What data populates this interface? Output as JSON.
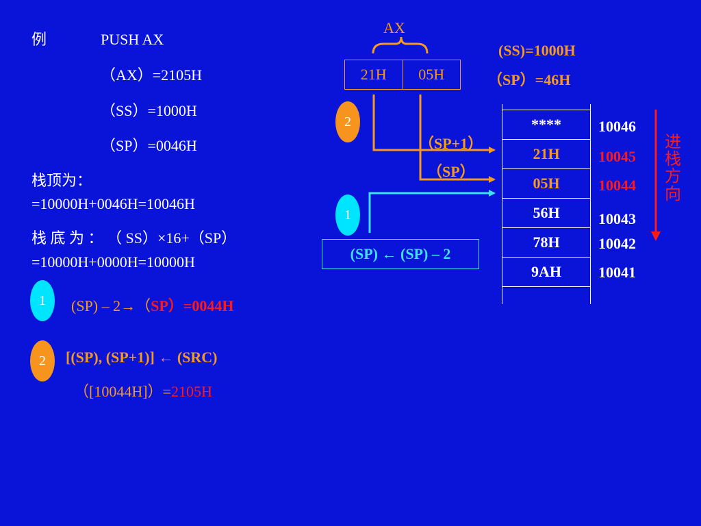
{
  "left": {
    "example_label": "例",
    "instruction": "PUSH    AX",
    "ax_value": "（AX）=2105H",
    "ss_value": "（SS）=1000H",
    "sp_value": "（SP）=0046H",
    "stack_top_label": "栈顶为：",
    "stack_top_calc": "=10000H+0046H=10046H",
    "stack_bottom_label": "栈 底 为 ：  （ SS）×16+（SP）",
    "stack_bottom_calc": "=10000H+0000H=10000H",
    "step1": {
      "badge": "1",
      "part1": "(SP) – 2→（",
      "part2": "SP）=0044H"
    },
    "step2": {
      "badge": "2",
      "expr": "[(SP),  (SP+1)]  ←  (SRC)",
      "result_prefix": "（[10044H]）=",
      "result_value": "2105H"
    }
  },
  "diagram": {
    "ax_label": "AX",
    "ax_high": "21H",
    "ax_low": "05H",
    "ss_info": "(SS)=1000H",
    "sp_info": "（SP）=46H",
    "badge2": "2",
    "badge1": "1",
    "sp_plus1_label": "（SP+1）",
    "sp_label": "（SP）",
    "op_text": "(SP)  ←  (SP) – 2",
    "direction_text": [
      "进",
      "栈",
      "方",
      "向"
    ],
    "stack_cells": [
      {
        "value": "****",
        "address": "10046"
      },
      {
        "value": "21H",
        "address": "10045"
      },
      {
        "value": "05H",
        "address": "10044"
      },
      {
        "value": "56H",
        "address": "10043"
      },
      {
        "value": "78H",
        "address": "10042"
      },
      {
        "value": "9AH",
        "address": "10041"
      },
      {
        "value": "",
        "address": ""
      }
    ]
  },
  "colors": {
    "background": "#0a14d8",
    "orange": "#f59a1f",
    "red": "#ff1a1a",
    "cyan": "#3fe0f5"
  }
}
